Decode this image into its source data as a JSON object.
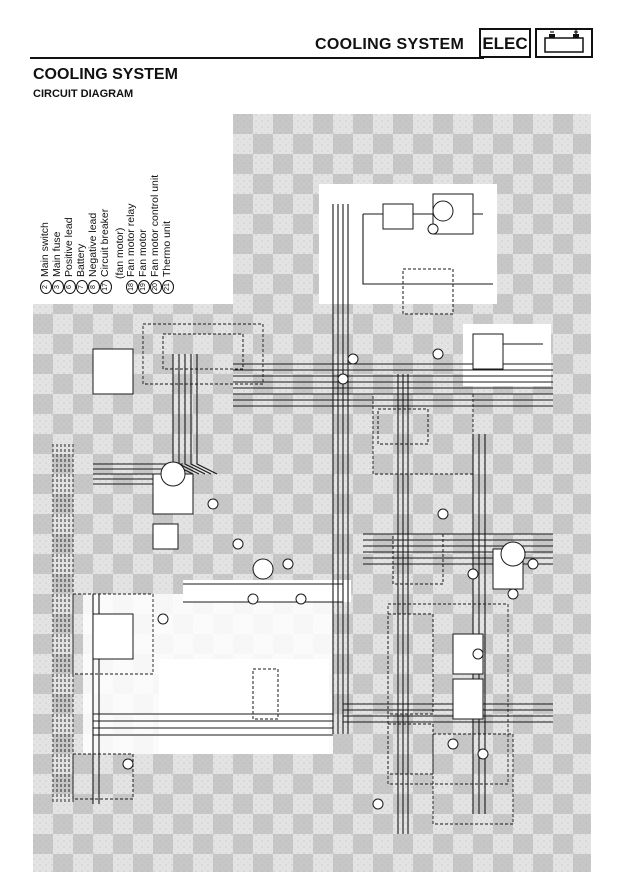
{
  "header": {
    "title": "COOLING SYSTEM",
    "badge": "ELEC",
    "badge_icon": "battery-icon"
  },
  "section": {
    "title": "COOLING SYSTEM",
    "subtitle": "CIRCUIT DIAGRAM"
  },
  "legend": [
    {
      "num": "2",
      "label": "Main switch"
    },
    {
      "num": "3",
      "label": "Main fuse"
    },
    {
      "num": "6",
      "label": "Positive lead"
    },
    {
      "num": "7",
      "label": "Battery"
    },
    {
      "num": "8",
      "label": "Negative lead"
    },
    {
      "num": "17",
      "label": "Circuit breaker"
    },
    {
      "num": "",
      "label": "(fan motor)"
    },
    {
      "num": "18",
      "label": "Fan motor relay"
    },
    {
      "num": "19",
      "label": "Fan motor"
    },
    {
      "num": "20",
      "label": "Fan motor control unit"
    },
    {
      "num": "21",
      "label": "Thermo unit"
    }
  ],
  "colors": {
    "checker_light": "#e0e0e0",
    "checker_dark": "#bdbdbd",
    "wire": "#1a1a1a",
    "highlight": "#ffffff"
  }
}
